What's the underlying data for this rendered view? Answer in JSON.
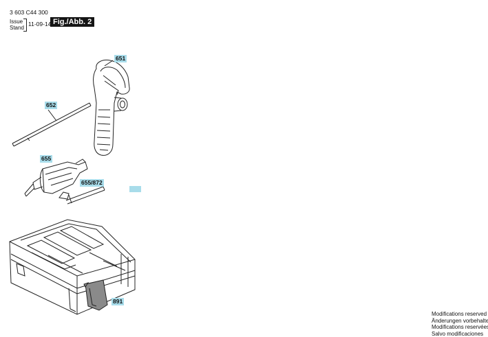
{
  "header": {
    "doc_number": "3 603 C44 300",
    "issue_label": "Issue",
    "stand_label": "Stand",
    "date": "11-09-14",
    "figure_label": "Fig./Abb. 2"
  },
  "callouts": {
    "handle": "651",
    "depth_stop": "652",
    "chuck": "655",
    "chuck_key": "655/872",
    "case_insert": "891"
  },
  "footer": {
    "lines": [
      "Modifications reserved",
      "Änderungen vorbehalten",
      "Modifications reservées",
      "Salvo modificaciones"
    ]
  },
  "colors": {
    "callout_bg": "#a8dcea",
    "figure_label_bg": "#151515"
  }
}
